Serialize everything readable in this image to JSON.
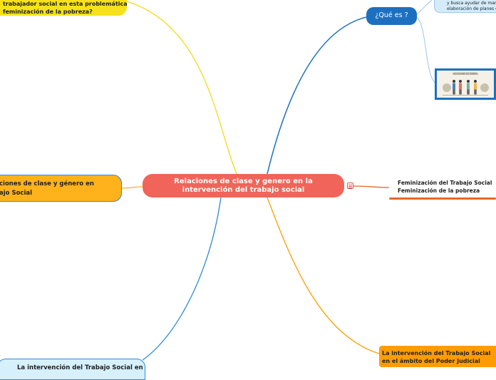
{
  "mindmap": {
    "central": {
      "line1": "Relaciones de clase y genero en la",
      "line2": "intervención del trabajo social"
    },
    "branches": {
      "yellow_top": {
        "line1": "trabajador social en esta problemática de la",
        "line2": "feminización de la pobreza?"
      },
      "orange_left": {
        "line1": "ciones de clase y género en",
        "line2": "ajo Social"
      },
      "blue_bottom": {
        "line1": "La intervención del Trabajo Social en"
      },
      "que_es": {
        "label": "¿Qué es ?",
        "description": {
          "line1": "y busca ayudar de mane",
          "line2": "elaboración de planes e"
        },
        "image_title": "RELACIONES DE GÉNERO"
      },
      "feminizacion": {
        "line1": "Feminización del Trabajo Social",
        "line2": "Feminización de la pobreza"
      },
      "judicial": {
        "line1": "La intervención del Trabajo Social",
        "line2": "en el ámbito del Poder Judicial"
      }
    }
  },
  "colors": {
    "central": "#f0645a",
    "yellow": "#f6e11a",
    "orange": "#ffb21c",
    "light_blue": "#d6f0fc",
    "dark_blue": "#1d70bf",
    "red_orange": "#e4682a",
    "amber": "#ff9d00"
  }
}
